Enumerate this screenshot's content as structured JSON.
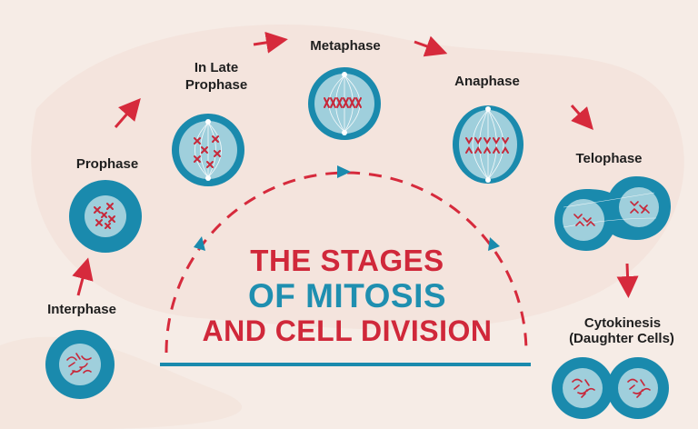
{
  "stages": {
    "interphase": "Interphase",
    "prophase": "Prophase",
    "late_prophase_line1": "In Late",
    "late_prophase_line2": "Prophase",
    "metaphase": "Metaphase",
    "anaphase": "Anaphase",
    "telophase": "Telophase",
    "cytokinesis_line1": "Cytokinesis",
    "cytokinesis_line2": "(Daughter Cells)"
  },
  "title": {
    "line1": "THE STAGES",
    "line2": "OF MITOSIS",
    "line3": "AND CELL DIVISION"
  },
  "colors": {
    "background": "#f6ece6",
    "cell_outer": "#1a8aad",
    "cell_inner": "#9fcfdc",
    "chromosome": "#c7283a",
    "arrow": "#d62a3c",
    "title_red": "#d0283a",
    "title_blue": "#1f8fb0",
    "text": "#1f1f1f"
  }
}
